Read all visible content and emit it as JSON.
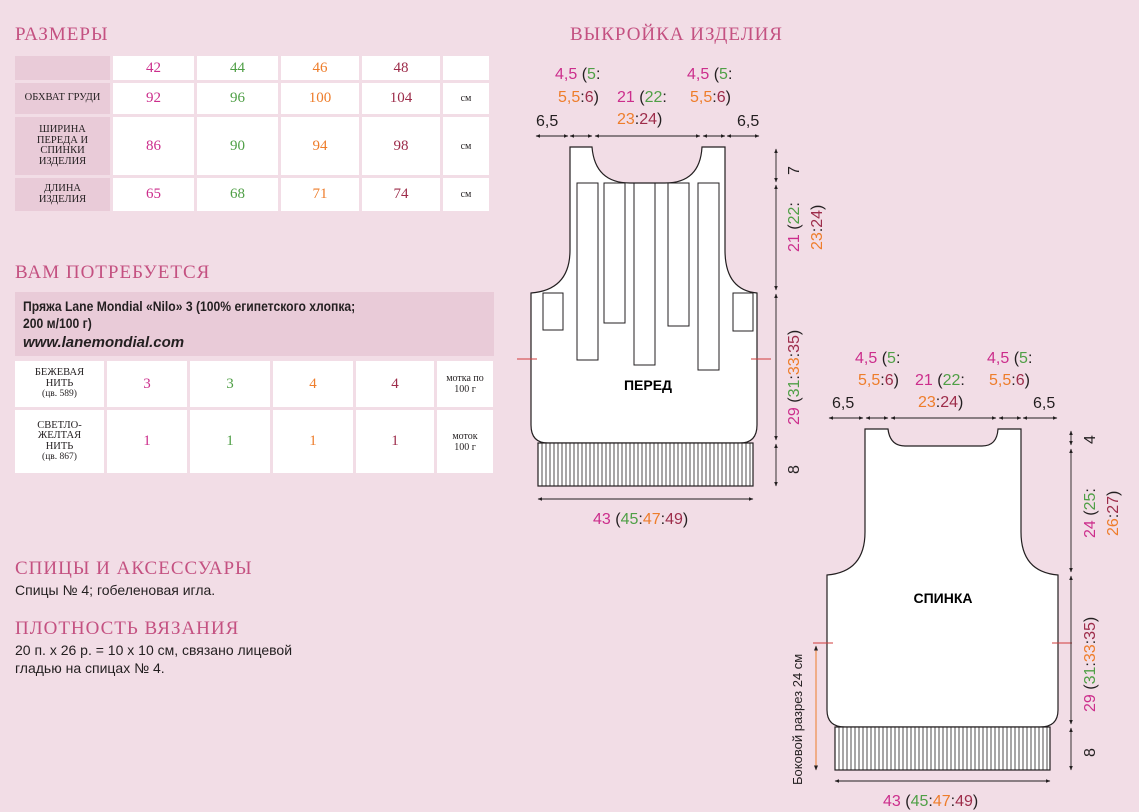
{
  "sizes_heading": "РАЗМЕРЫ",
  "sizes": [
    "42",
    "44",
    "46",
    "48"
  ],
  "measurements": [
    {
      "label": "ОБХВАТ ГРУДИ",
      "values": [
        "92",
        "96",
        "100",
        "104"
      ],
      "unit": "см"
    },
    {
      "label": "ШИРИНА ПЕРЕДА И СПИНКИ ИЗДЕЛИЯ",
      "values": [
        "86",
        "90",
        "94",
        "98"
      ],
      "unit": "см"
    },
    {
      "label": "ДЛИНА ИЗДЕЛИЯ",
      "values": [
        "65",
        "68",
        "71",
        "74"
      ],
      "unit": "см"
    }
  ],
  "materials_heading": "ВАМ ПОТРЕБУЕТСЯ",
  "yarn": {
    "line1": "Пряжа Lane Mondial «Nilo» 3 (100% египетского хлопка;",
    "line2": "200 м/100 г)",
    "url": "www.lanemondial.com"
  },
  "yarn_rows": [
    {
      "label": "БЕЖЕВАЯ НИТЬ",
      "code": "(цв. 589)",
      "values": [
        "3",
        "3",
        "4",
        "4"
      ],
      "unit": "мотка по 100 г"
    },
    {
      "label": "СВЕТЛО-ЖЕЛТАЯ НИТЬ",
      "code": "(цв. 867)",
      "values": [
        "1",
        "1",
        "1",
        "1"
      ],
      "unit": "моток 100 г"
    }
  ],
  "needles_heading": "СПИЦЫ И АКСЕССУАРЫ",
  "needles_text": "Спицы № 4; гобеленовая игла.",
  "gauge_heading": "ПЛОТНОСТЬ ВЯЗАНИЯ",
  "gauge_text_1": "20 п. х 26 р. = 10 х 10 см, связано лицевой",
  "gauge_text_2": "гладью на спицах № 4.",
  "pattern_heading": "ВЫКРОЙКА ИЗДЕЛИЯ",
  "front": {
    "label": "ПЕРЕД",
    "dims": {
      "edge": "6,5",
      "strap_a": "4,5",
      "strap_b": "5",
      "strap_c": "5,5",
      "strap_d": "6",
      "neck_a": "21",
      "neck_b": "22",
      "neck_c": "23",
      "neck_d": "24",
      "top_depth": "7",
      "armhole_a": "21",
      "armhole_b": "22",
      "armhole_c": "23",
      "armhole_d": "24",
      "body_a": "29",
      "body_b": "31",
      "body_c": "33",
      "body_d": "35",
      "rib": "8",
      "width_a": "43",
      "width_b": "45",
      "width_c": "47",
      "width_d": "49"
    }
  },
  "back": {
    "label": "СПИНКА",
    "side_slit": "Боковой разрез 24 см",
    "dims": {
      "edge": "6,5",
      "strap_a": "4,5",
      "strap_b": "5",
      "strap_c": "5,5",
      "strap_d": "6",
      "neck_a": "21",
      "neck_b": "22",
      "neck_c": "23",
      "neck_d": "24",
      "top_depth": "4",
      "armhole_a": "24",
      "armhole_b": "25",
      "armhole_c": "26",
      "armhole_d": "27",
      "body_a": "29",
      "body_b": "31",
      "body_c": "33",
      "body_d": "35",
      "rib": "8",
      "width_a": "43",
      "width_b": "45",
      "width_c": "47",
      "width_d": "49"
    }
  },
  "colors": {
    "heading": "#c45181",
    "size_1": "#cc2e8c",
    "size_2": "#4f9f46",
    "size_3": "#ee7d2b",
    "size_4": "#9d2c4a",
    "background": "#f2dde6",
    "panel": "#e9cbd8"
  }
}
